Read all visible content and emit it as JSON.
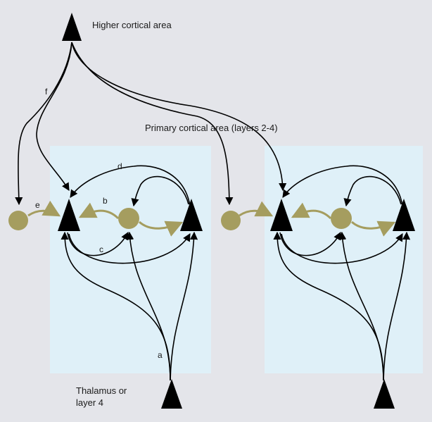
{
  "labels": {
    "higher_area": "Higher cortical area",
    "primary_area": "Primary cortical area (layers 2-4)",
    "thalamus": "Thalamus or\nlayer 4",
    "a": "a",
    "b": "b",
    "c": "c",
    "d": "d",
    "e": "e",
    "f": "f"
  },
  "colors": {
    "background": "#e4e5ea",
    "panel": "#dff0f8",
    "neuron": "#000000",
    "interneuron": "#a59d5f",
    "inhibitory_path": "#a59d5f",
    "excitatory_path": "#000000"
  }
}
